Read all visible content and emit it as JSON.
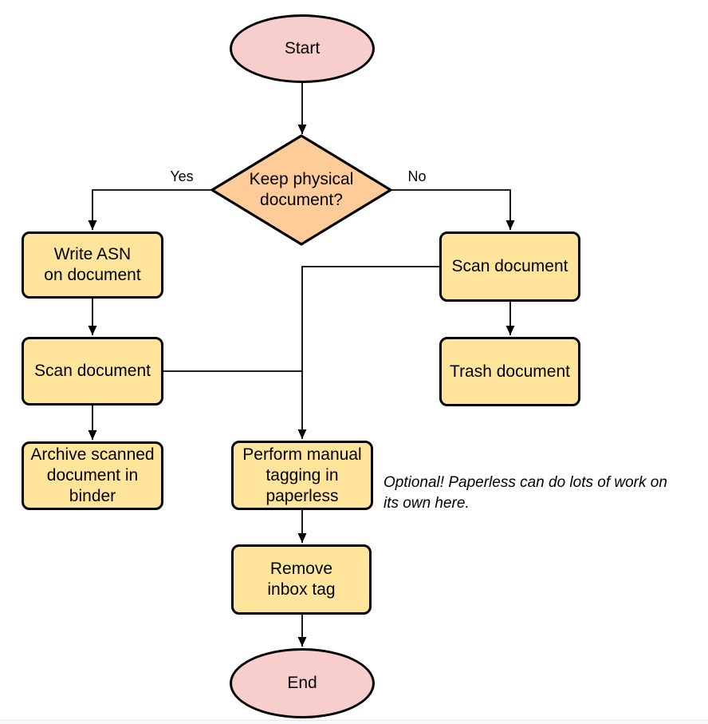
{
  "colors": {
    "background": "#ffffff",
    "node_stroke": "#000000",
    "text": "#000000",
    "terminator_fill": "#f8cecc",
    "decision_fill": "#ffcc99",
    "process_fill": "#ffe59c",
    "footer_line": "#e6e8e9",
    "footer_strip": "#f7f9fa"
  },
  "flowchart": {
    "nodes": {
      "start": "Start",
      "decision": "Keep physical\ndocument?",
      "write_asn": "Write ASN\non document",
      "scan_keep": "Scan document",
      "archive": "Archive scanned\ndocument in\nbinder",
      "scan_discard": "Scan document",
      "trash": "Trash document",
      "tagging": "Perform manual\ntagging in\npaperless",
      "remove_inbox": "Remove\ninbox tag",
      "end": "End"
    },
    "edge_labels": {
      "yes": "Yes",
      "no": "No"
    },
    "annotation": "Optional! Paperless can do lots of work on\nits own here."
  }
}
